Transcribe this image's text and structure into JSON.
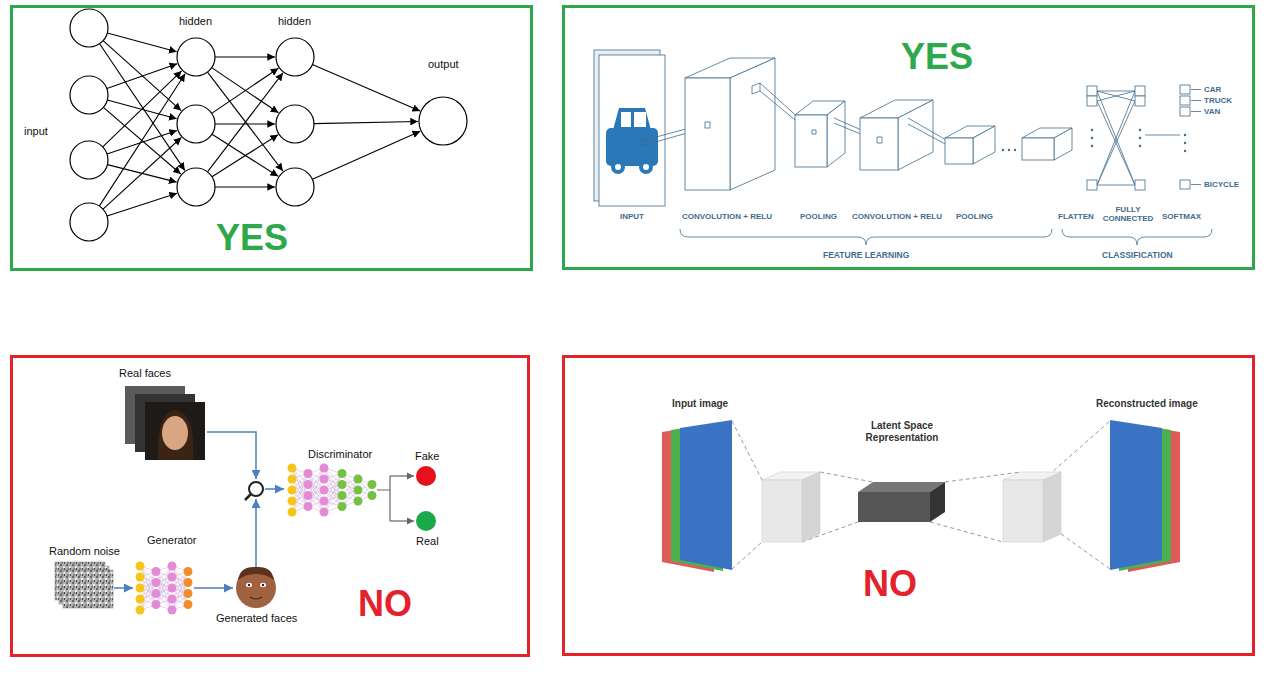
{
  "diagram": {
    "nodes": [
      {
        "text": [
          "YES"
        ]
      },
      {
        "text": [
          "YES"
        ]
      },
      {
        "text": [
          "NO"
        ]
      },
      {
        "text": [
          "NO"
        ]
      }
    ],
    "labels": [
      "hidden",
      "hidden",
      "input",
      "output",
      "INPUT",
      "CONVOLUTION + RELU",
      "POOLING",
      "CONVOLUTION + RELU",
      "POOLING",
      "FLATTEN",
      "FULLY CONNECTED",
      "SOFTMAX",
      "FEATURE LEARNING",
      "CLASSIFICATION",
      "CAR",
      "TRUCK",
      "VAN",
      "BICYCLE",
      "Real faces",
      "Discriminator",
      "Fake",
      "Real",
      "Generator",
      "Random noise",
      "Generated faces",
      "Input image",
      "Latent Space Representation",
      "Reconstructed image"
    ]
  }
}
